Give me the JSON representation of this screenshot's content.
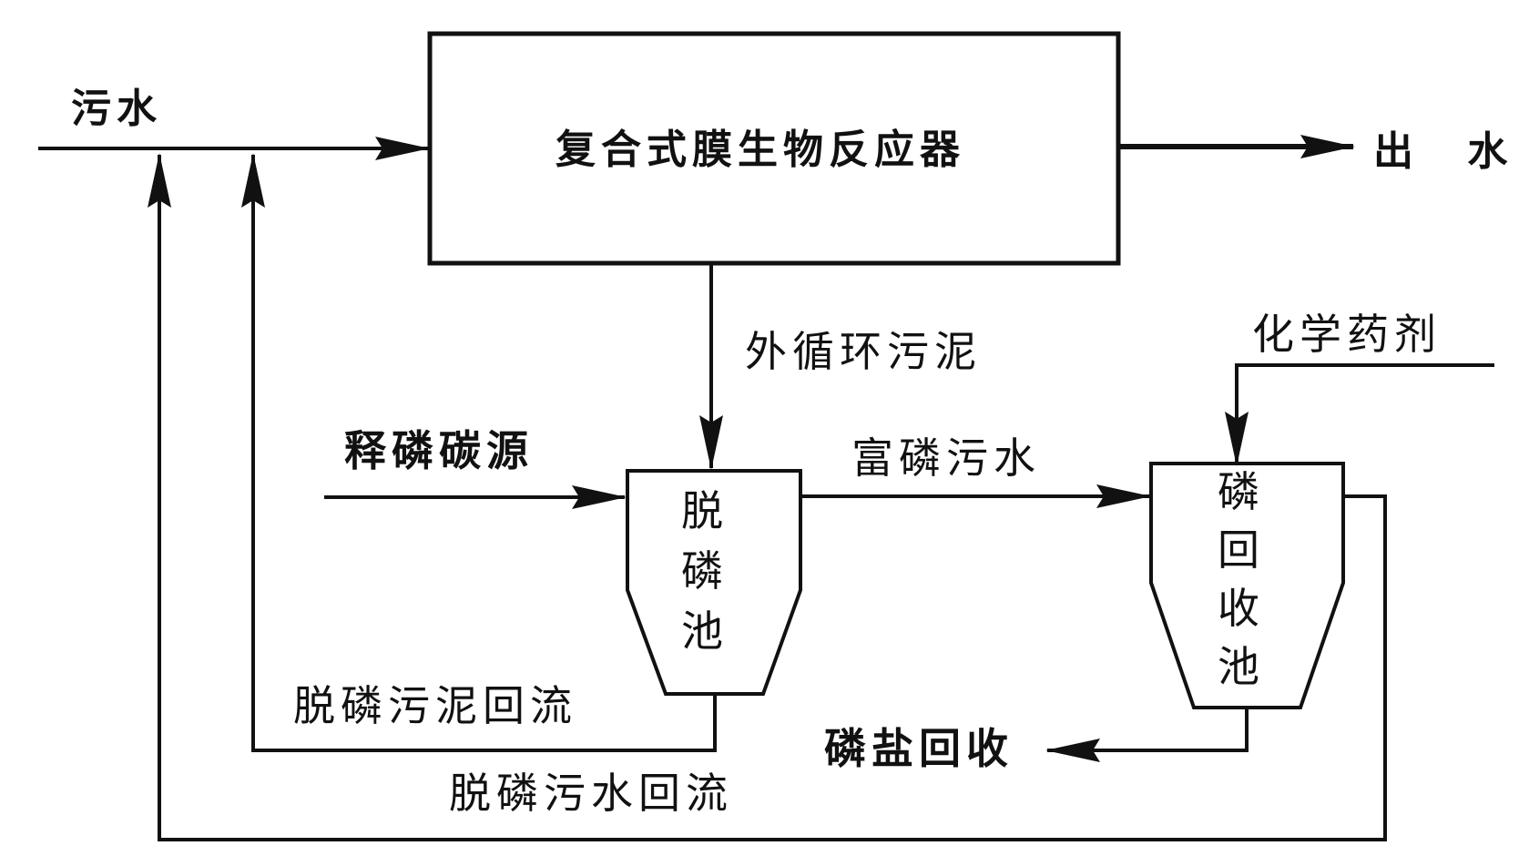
{
  "labels": {
    "sewage_in": "污水",
    "reactor": "复合式膜生物反应器",
    "effluent": "出 水",
    "ext_sludge": "外循环污泥",
    "chemicals": "化学药剂",
    "carbon_source": "释磷碳源",
    "rich_p_water": "富磷污水",
    "tank1": "脱\n磷\n池",
    "tank2": "磷\n回\n收\n池",
    "sludge_return": "脱磷污泥回流",
    "phosphate_recovery": "磷盐回收",
    "water_return": "脱磷污水回流"
  },
  "colors": {
    "line": "#111111",
    "background": "#ffffff"
  }
}
